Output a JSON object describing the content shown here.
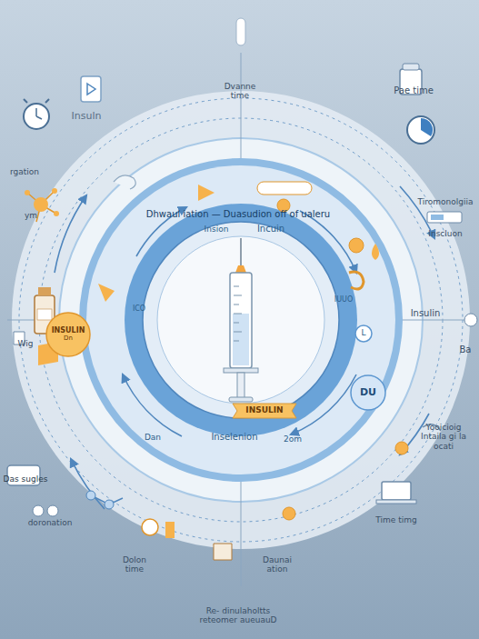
{
  "diagram": {
    "nodes": [
      {
        "text": [
          "INSULIN",
          "Dn"
        ]
      },
      {
        "text": [
          "L"
        ]
      },
      {
        "text": [
          "DU"
        ]
      },
      {
        "text": [
          "INSULIN"
        ]
      }
    ],
    "labels": [
      "Dvanne time",
      "Insuln",
      "Pae time",
      "rgation",
      "ym",
      "Tiromonolgiia",
      "Inscluon",
      "Dhwaul iation — Duasudion off of ualeru",
      "Insion",
      "Incuin",
      "ICO",
      "IUUO",
      "Insulin",
      "Ba",
      "Wig",
      "Dan",
      "Inselenion",
      "2om",
      "Yooicioig Intaila gi la ocati",
      "Das sugles",
      "doronation",
      "Dolon time",
      "Daunai ation",
      "Time timg",
      "Re- dinulaholtts reteomer aueuauD"
    ]
  }
}
